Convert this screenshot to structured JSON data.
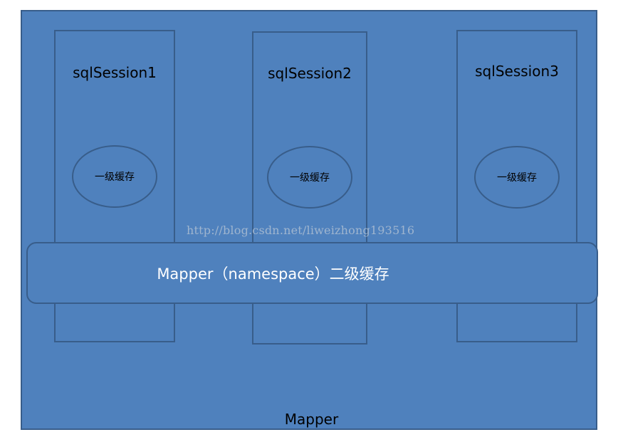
{
  "outer": {
    "label": "Mapper"
  },
  "sessions": [
    {
      "title": "sqlSession1",
      "cache_label": "一级缓存"
    },
    {
      "title": "sqlSession2",
      "cache_label": "一级缓存"
    },
    {
      "title": "sqlSession3",
      "cache_label": "一级缓存"
    }
  ],
  "mapper_bar": {
    "label": "Mapper（namespace）二级缓存"
  },
  "watermark": {
    "text": "http://blog.csdn.net/liweizhong193516"
  },
  "colors": {
    "fill": "#4f81bd",
    "border": "#385d8a"
  }
}
